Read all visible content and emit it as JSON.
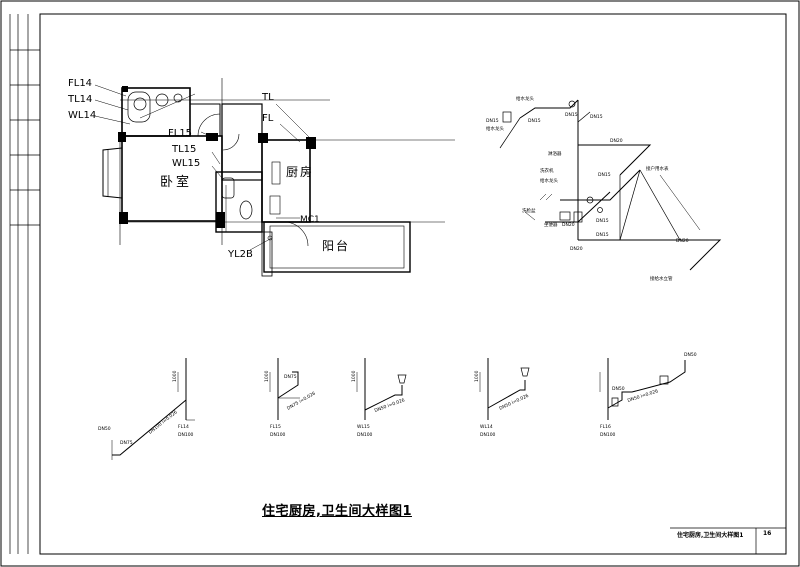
{
  "drawing": {
    "title": "住宅厨房,卫生间大样图1",
    "titleblock_name": "住宅厨房,卫生间大样图1",
    "sheet_no": "16"
  },
  "plan": {
    "pipe_tags": {
      "fl14": "FL14",
      "tl14": "TL14",
      "wl14": "WL14",
      "fl15": "FL15",
      "tl15": "TL15",
      "wl15": "WL15",
      "tl_top": "TL",
      "fl_right": "FL",
      "yl2b": "YL2B",
      "mc1": "MC1"
    },
    "rooms": {
      "bedroom": "卧室",
      "kitchen": "厨房",
      "balcony": "阳台"
    }
  },
  "iso": {
    "labels": {
      "dn15": "DN15",
      "dn20": "DN20",
      "dn20_b": "DN20",
      "dn20_c": "DN20",
      "dn20_d": "DN20",
      "dn15_b": "DN15"
    }
  },
  "risers": [
    {
      "id": "FL14",
      "sub": "DN100",
      "h": "1000",
      "dn": "DN50",
      "dn2": "DN75"
    },
    {
      "id": "FL15",
      "sub": "DN100",
      "h": "1000",
      "dn": "DN75",
      "dn2": ""
    },
    {
      "id": "WL15",
      "sub": "DN100",
      "h": "1000",
      "dn": "",
      "dn2": ""
    },
    {
      "id": "WL14",
      "sub": "DN100",
      "h": "1000",
      "dn": "",
      "dn2": ""
    },
    {
      "id": "FL16",
      "sub": "DN100",
      "h": "",
      "dn": "DN50",
      "dn2": "DN50"
    }
  ]
}
